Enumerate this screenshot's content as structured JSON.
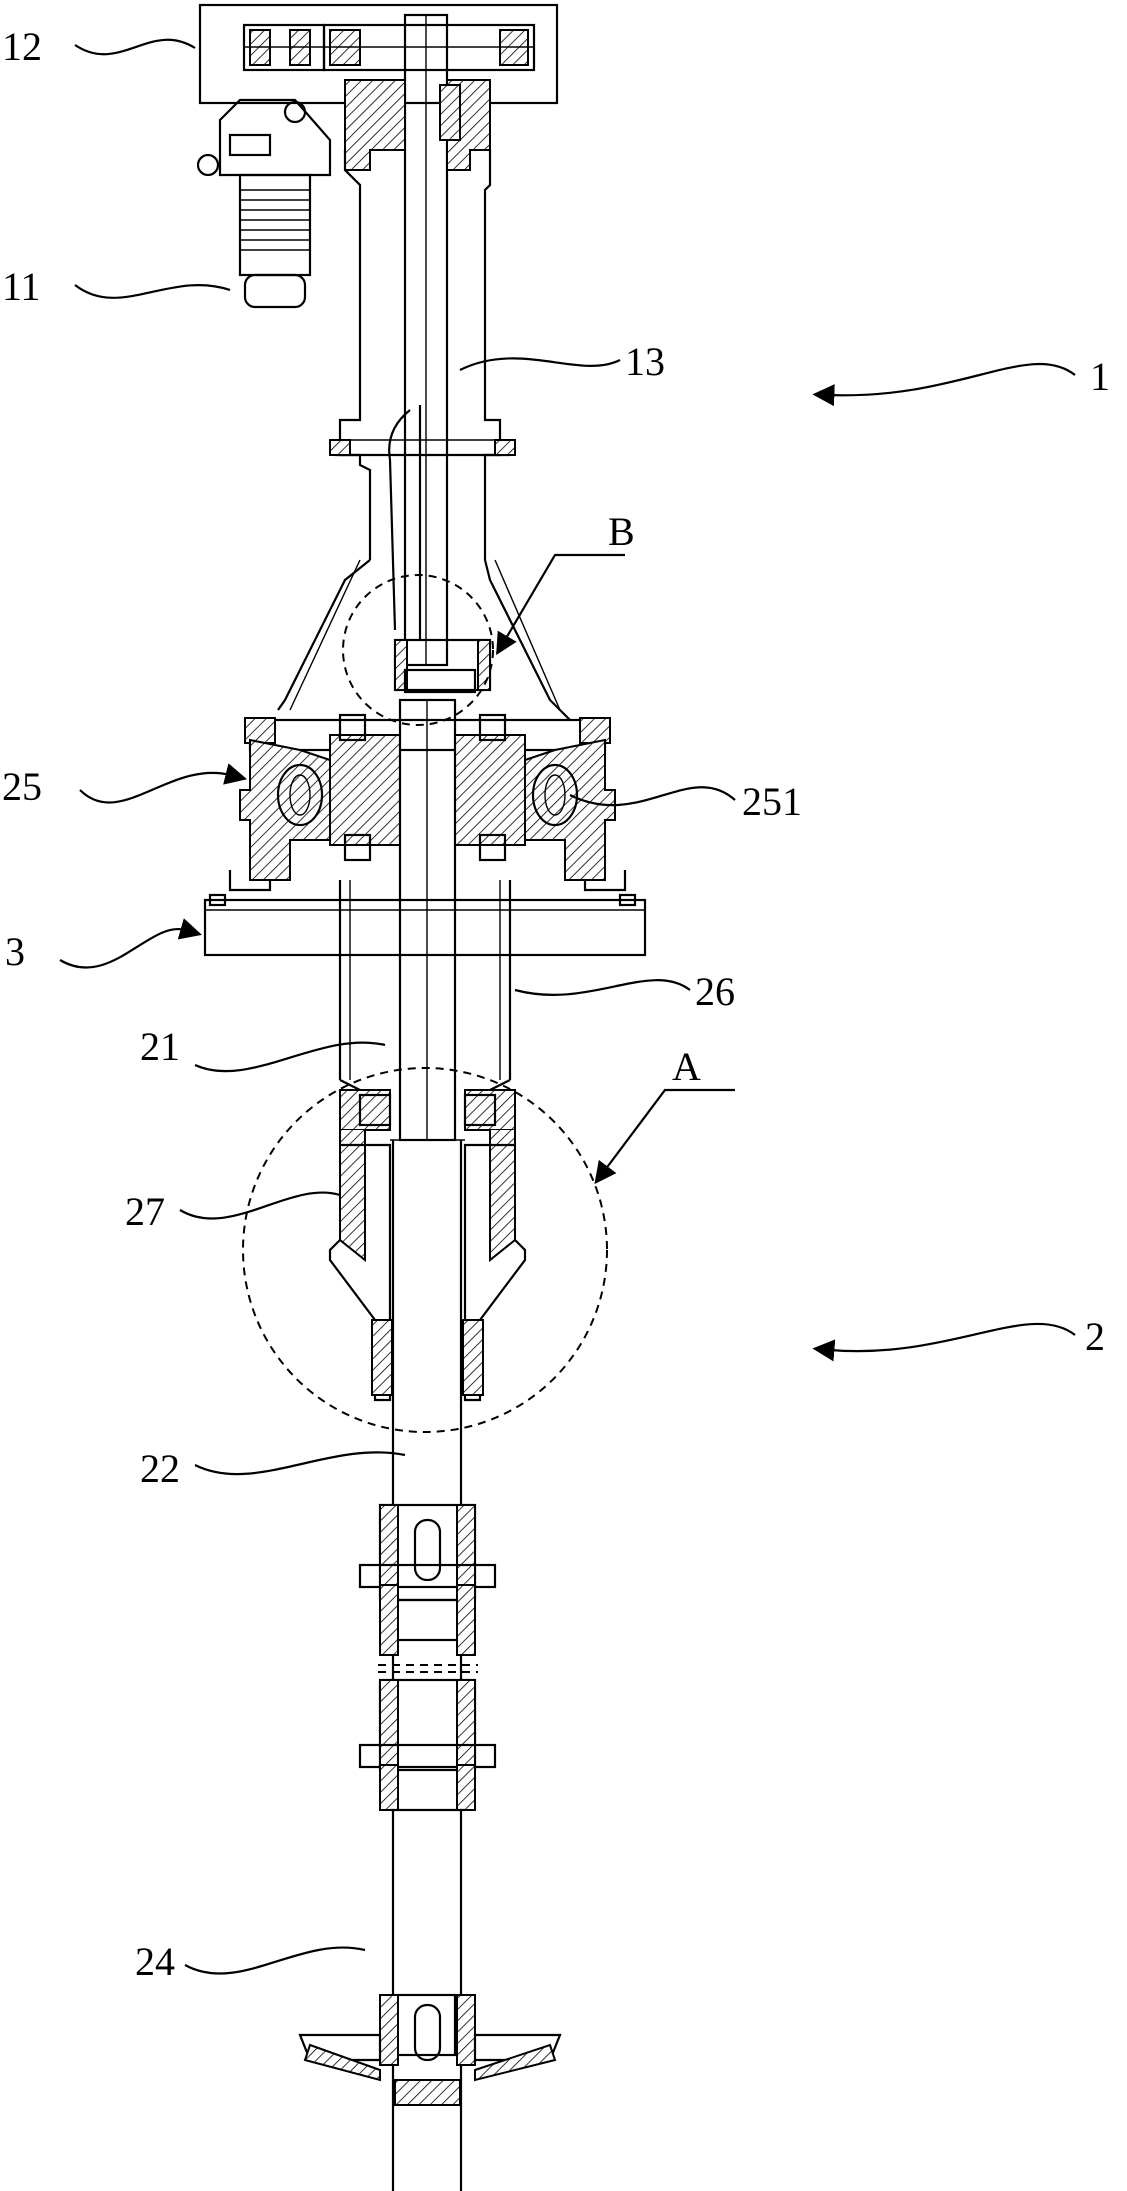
{
  "figure": {
    "labels": {
      "l12": "12",
      "l11": "11",
      "l13": "13",
      "l1": "1",
      "lB": "B",
      "l25": "25",
      "l251": "251",
      "l3": "3",
      "l26": "26",
      "l21": "21",
      "lA": "A",
      "l27": "27",
      "l2": "2",
      "l22": "22",
      "l24": "24"
    }
  }
}
